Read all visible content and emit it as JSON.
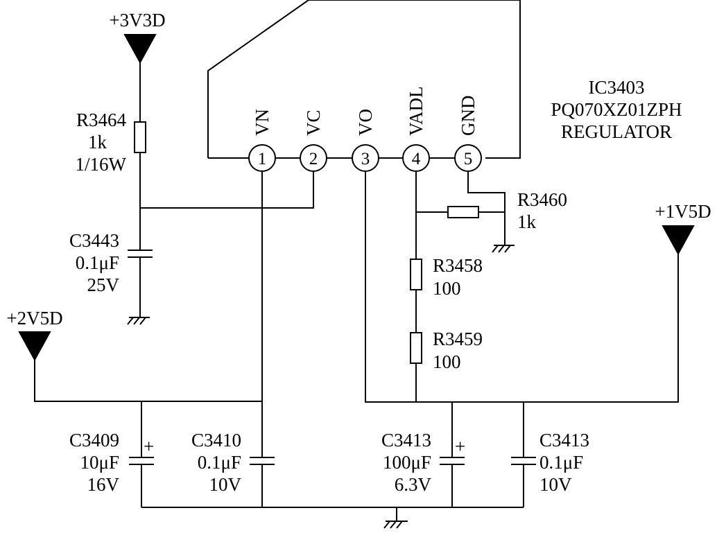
{
  "ic": {
    "ref": "IC3403",
    "part": "PQ070XZ01ZPH",
    "type": "REGULATOR",
    "pins": [
      {
        "num": "1",
        "name": "VN"
      },
      {
        "num": "2",
        "name": "VC"
      },
      {
        "num": "3",
        "name": "VO"
      },
      {
        "num": "4",
        "name": "VADL"
      },
      {
        "num": "5",
        "name": "GND"
      }
    ]
  },
  "rails": {
    "v3v3": "+3V3D",
    "v2v5": "+2V5D",
    "v1v5": "+1V5D"
  },
  "resistors": {
    "r3464": {
      "ref": "R3464",
      "value": "1k",
      "power": "1/16W"
    },
    "r3460": {
      "ref": "R3460",
      "value": "1k"
    },
    "r3458": {
      "ref": "R3458",
      "value": "100"
    },
    "r3459": {
      "ref": "R3459",
      "value": "100"
    }
  },
  "capacitors": {
    "c3443": {
      "ref": "C3443",
      "value": "0.1μF",
      "voltage": "25V"
    },
    "c3409": {
      "ref": "C3409",
      "value": "10μF",
      "voltage": "16V",
      "polarity": "+"
    },
    "c3410": {
      "ref": "C3410",
      "value": "0.1μF",
      "voltage": "10V"
    },
    "c3413a": {
      "ref": "C3413",
      "value": "100μF",
      "voltage": "6.3V",
      "polarity": "+"
    },
    "c3413b": {
      "ref": "C3413",
      "value": "0.1μF",
      "voltage": "10V"
    }
  }
}
